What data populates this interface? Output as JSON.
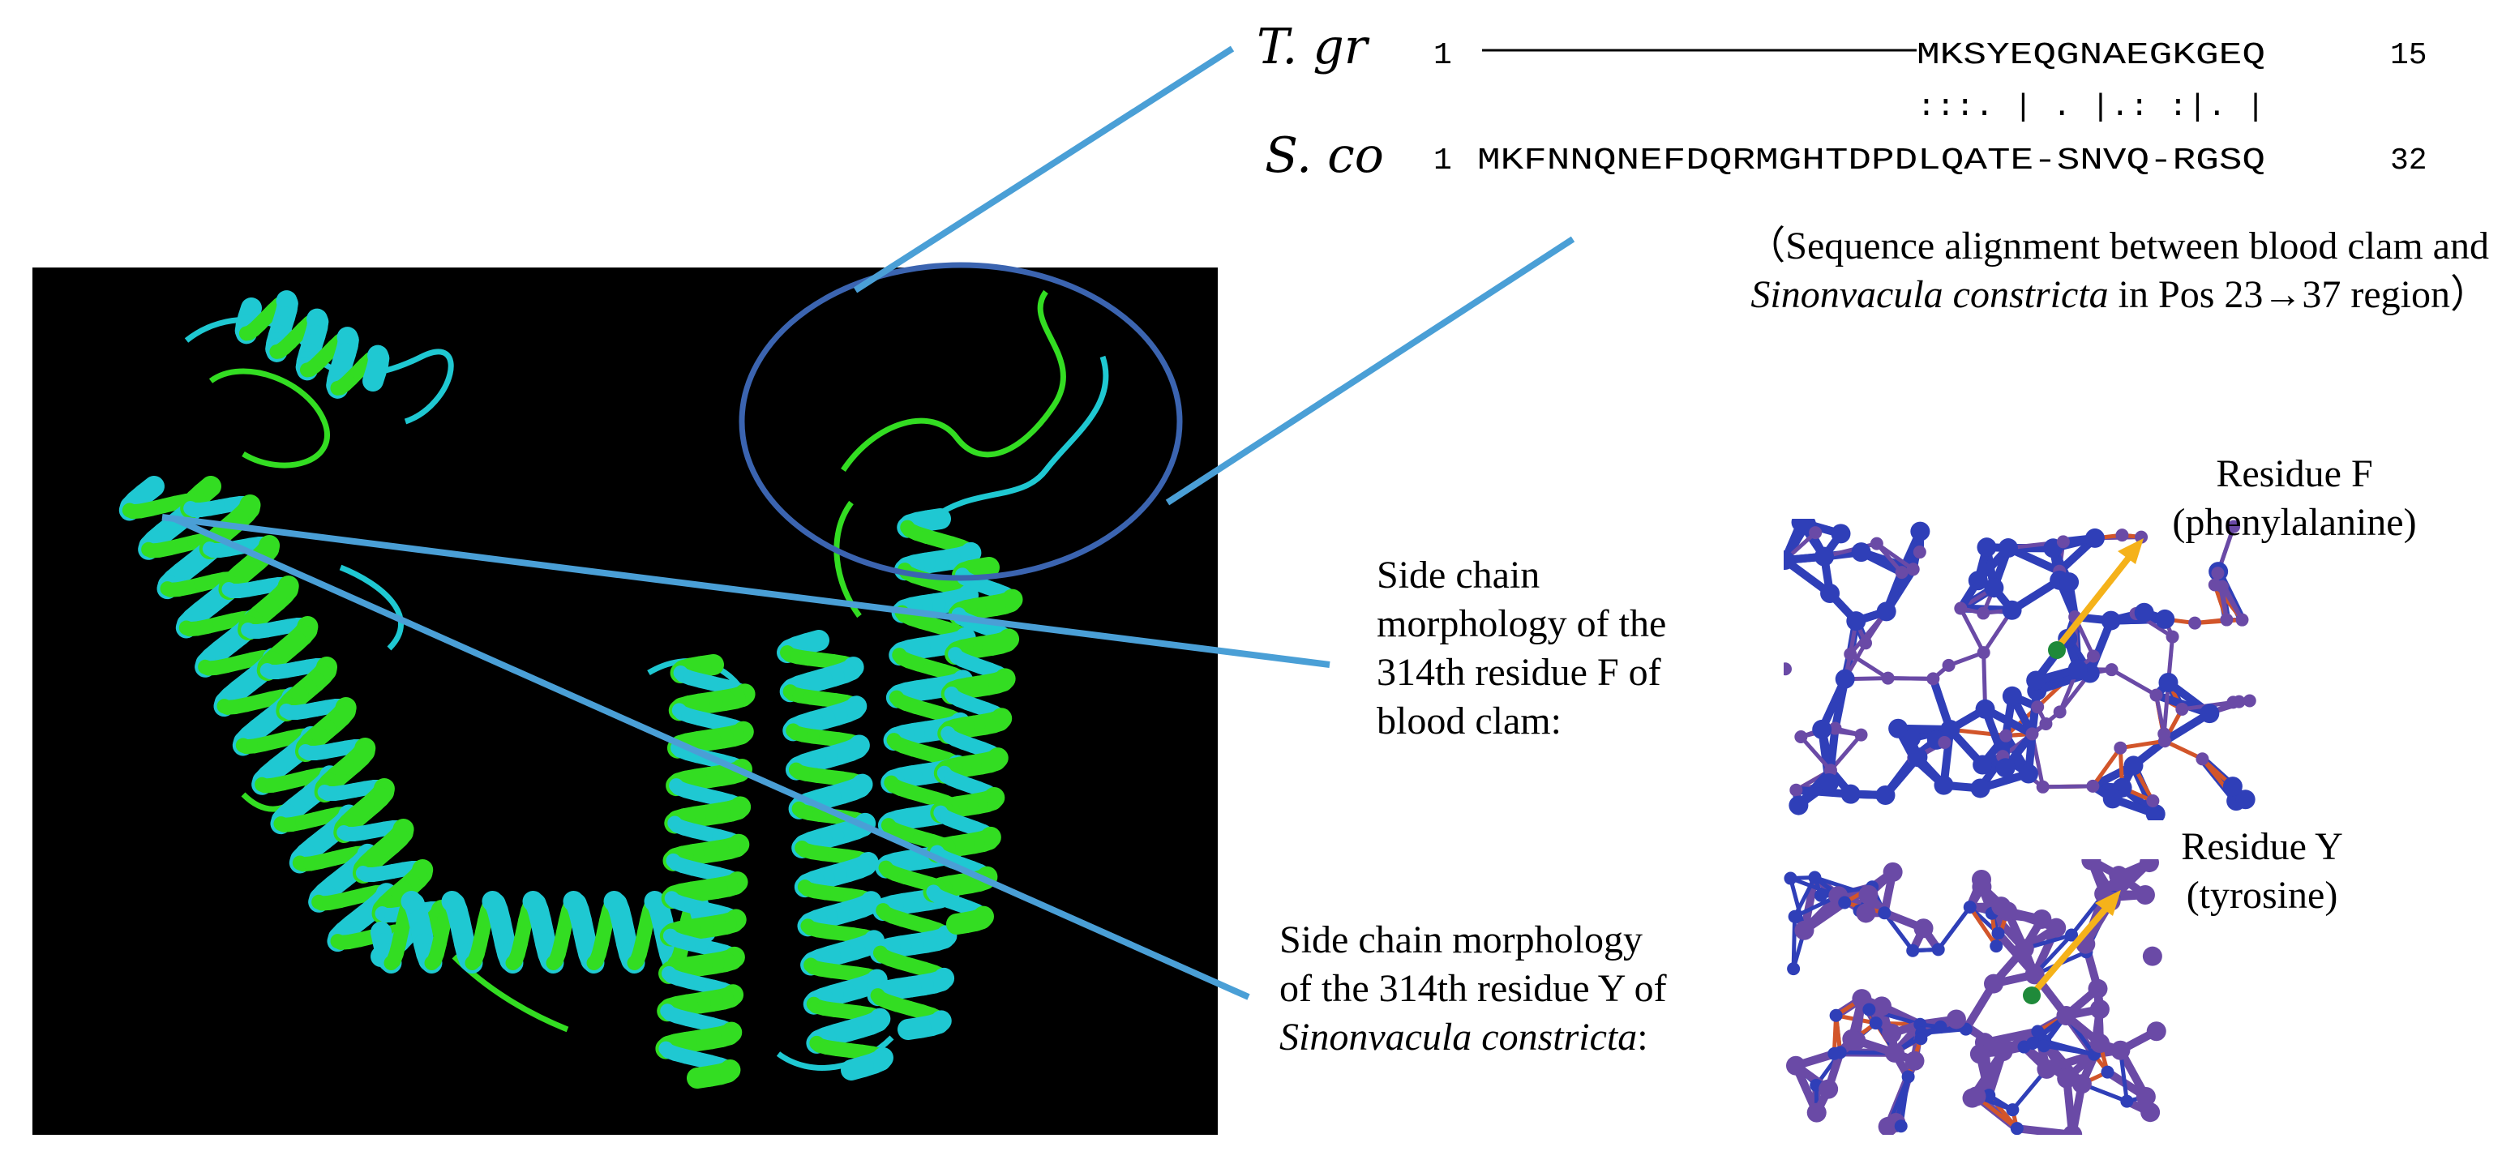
{
  "alignment": {
    "top_name": "T. gr",
    "top_start": "1",
    "top_seq": "MKSYEQGNAEGKGEQ",
    "top_end": "15",
    "match_line": ":::. | . |.: :|. |",
    "bottom_name": "S. co",
    "bottom_start": "1",
    "bottom_seq": "MKFNNQNEFDQRMGHTDPDLQATE-SNVQ-RGSQ",
    "bottom_end": "32"
  },
  "caption": {
    "line1": "（Sequence alignment between blood clam and",
    "line2_italic": "Sinonvacula constricta",
    "line2_rest": " in Pos 23→37 region）"
  },
  "residue_f": {
    "title": "Residue F",
    "subtitle": "(phenylalanine)",
    "desc": [
      "Side",
      "chain",
      "morphology",
      "of",
      "the",
      "314th",
      "residue",
      "F",
      "of",
      "blood",
      "clam:"
    ],
    "desc_lines": [
      "Side chain",
      "morphology of the",
      "314th residue F of",
      "blood clam:"
    ]
  },
  "residue_y": {
    "title": "Residue Y",
    "subtitle": "(tyrosine)",
    "desc_line1": "Side chain morphology",
    "desc_line2": "of the 314th residue Y of",
    "desc_line3_italic": "Sinonvacula constricta",
    "desc_line3_rest": ":"
  },
  "colors": {
    "callout": "#4a9fd6",
    "ellipse": "#3b64b0",
    "helix_cyan": "#1fc8d2",
    "helix_green": "#33dd22",
    "arrow": "#f5b21a",
    "atom_blue": "#2f3fb8",
    "atom_purple": "#6a4aa6",
    "bond_orange": "#d2552a",
    "highlight_atom": "#1f8a3a"
  }
}
